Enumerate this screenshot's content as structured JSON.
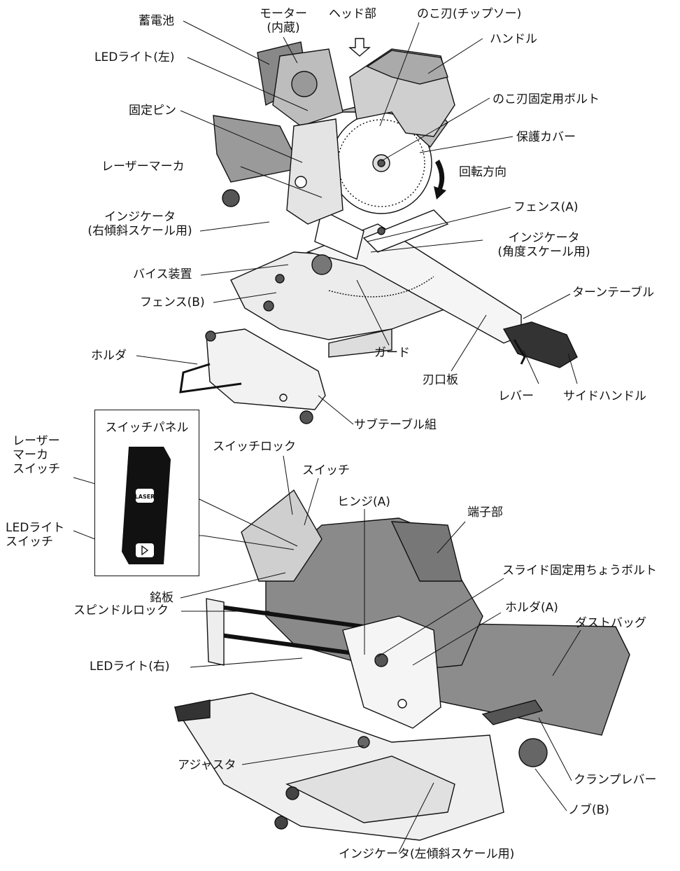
{
  "top_labels": {
    "battery": "蓄電池",
    "motor": "モーター",
    "motor_note": "(内蔵)",
    "head": "ヘッド部",
    "blade": "のこ刃(チップソー)",
    "handle": "ハンドル",
    "led_left": "LEDライト(左)",
    "fixing_pin": "固定ピン",
    "blade_bolt": "のこ刃固定用ボルト",
    "guard_cover": "保護カバー",
    "laser_marker": "レーザーマーカ",
    "rotation": "回転方向",
    "indicator_right_1": "インジケータ",
    "indicator_right_2": "(右傾斜スケール用)",
    "fence_a": "フェンス(A)",
    "indicator_angle_1": "インジケータ",
    "indicator_angle_2": "(角度スケール用)",
    "vise": "バイス装置",
    "fence_b": "フェンス(B)",
    "turntable": "ターンテーブル",
    "holder": "ホルダ",
    "guard": "ガード",
    "kerf_plate": "刃口板",
    "lever": "レバー",
    "side_handle": "サイドハンドル",
    "sub_table": "サブテーブル組"
  },
  "switch_panel": {
    "title": "スイッチパネル",
    "laser_switch_1": "レーザー",
    "laser_switch_2": "マーカ",
    "laser_switch_3": "スイッチ",
    "led_switch_1": "LEDライト",
    "led_switch_2": "スイッチ",
    "laser_button_text": "LASER"
  },
  "bottom_labels": {
    "switch_lock": "スイッチロック",
    "switch": "スイッチ",
    "hinge_a": "ヒンジ(A)",
    "terminal": "端子部",
    "slide_bolt": "スライド固定用ちょうボルト",
    "nameplate": "銘板",
    "holder_a": "ホルダ(A)",
    "dust_bag": "ダストバッグ",
    "spindle_lock": "スピンドルロック",
    "led_right": "LEDライト(右)",
    "adjuster": "アジャスタ",
    "clamp_lever": "クランプレバー",
    "knob_b": "ノブ(B)",
    "indicator_left": "インジケータ(左傾斜スケール用)"
  }
}
